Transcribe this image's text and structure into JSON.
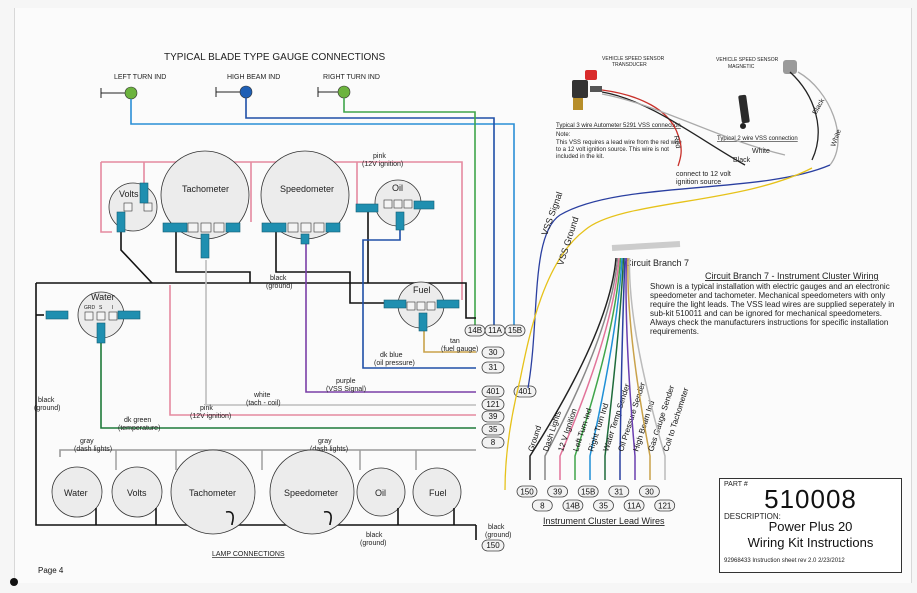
{
  "title": "TYPICAL BLADE TYPE GAUGE CONNECTIONS",
  "indicators": [
    {
      "label": "LEFT TURN IND",
      "color": "#6cb33e"
    },
    {
      "label": "HIGH BEAM IND",
      "color": "#1f5fb5"
    },
    {
      "label": "RIGHT TURN IND",
      "color": "#6cb33e"
    }
  ],
  "gauges": {
    "volts": "Volts",
    "tachometer": "Tachometer",
    "speedometer": "Speedometer",
    "oil": "Oil",
    "fuel": "Fuel",
    "water": "Water"
  },
  "terminal_labels": {
    "grd": "GRD",
    "s": "S",
    "i": "I"
  },
  "wire_labels": {
    "pink_top": "pink",
    "pink_top_sub": "(12V ignition)",
    "black_ground": "black",
    "black_ground_sub": "(ground)",
    "dk_blue": "dk blue",
    "dk_blue_sub": "(oil pressure)",
    "tan": "tan",
    "tan_sub": "(fuel gauge)",
    "purple": "purple",
    "purple_sub": "(VSS Signal)",
    "white": "white",
    "white_sub": "(tach - coil)",
    "pink_low": "pink",
    "pink_low_sub": "(12V ignition)",
    "dk_green": "dk green",
    "dk_green_sub": "(temperature)",
    "black_left": "black",
    "black_left_sub": "(ground)",
    "gray_left": "gray",
    "gray_left_sub": "(dash lights)",
    "gray_right": "gray",
    "gray_right_sub": "(dash lights)",
    "black_lamp": "black",
    "black_lamp_sub": "(ground)",
    "black_right": "black",
    "black_right_sub": "(ground)"
  },
  "circuit_pills": [
    "14B",
    "11A",
    "15B",
    "30",
    "31",
    "401",
    "121",
    "39",
    "35",
    "8",
    "150",
    "401"
  ],
  "lamp_connections": "LAMP CONNECTIONS",
  "lamp_gauges": [
    "Water",
    "Volts",
    "Tachometer",
    "Speedometer",
    "Oil",
    "Fuel"
  ],
  "vss": {
    "sensor3_label": "VEHICLE SPEED SENSOR",
    "sensor3_sub": "TRANSDUCER",
    "sensor3_caption": "Typical 3 wire Autometer 5291 VSS connection",
    "note_title": "Note:",
    "note_body": [
      "This VSS requires a lead wire from the red wire",
      "to a 12 volt ignition source. This wire is not",
      "included in the kit."
    ],
    "sensor2_label": "VEHICLE SPEED SENSOR",
    "sensor2_sub": "MAGNETIC",
    "sensor2_caption": "Typical 2 wire VSS connection",
    "red": "Red",
    "connect_12v": [
      "connect to 12 volt",
      "ignition source"
    ],
    "black": "Black",
    "white": "White",
    "black2": "Black",
    "white2": "White",
    "vss_signal": "VSS Signal",
    "vss_ground": "VSS Ground"
  },
  "circuit_branch": "Circuit Branch 7",
  "cluster_heading": "Circuit Branch 7 - Instrument Cluster Wiring",
  "cluster_desc": "Shown is a typical installation with electric gauges and an electronic speedometer and tachometer. Mechanical speedometers with only require the light leads. The VSS lead wires are supplied seperately in sub-kit 510011 and can be ignored for mechanical speedometers. Always check the manufacturers instructions for specific installation requirements.",
  "lead_wires": [
    {
      "label": "Ground",
      "color": "#222222"
    },
    {
      "label": "Dash Lights",
      "color": "#888888"
    },
    {
      "label": "12 V Ignition",
      "color": "#e2739a"
    },
    {
      "label": "Left Turn Ind",
      "color": "#3fa54a"
    },
    {
      "label": "Right Turn Ind",
      "color": "#1f8fd6"
    },
    {
      "label": "Water Temp Sender",
      "color": "#1e6b3a"
    },
    {
      "label": "Oil Pressure Sender",
      "color": "#2a3fa0"
    },
    {
      "label": "High Beam Ind",
      "color": "#6a3fb0"
    },
    {
      "label": "Gas Gauge Sender",
      "color": "#c9a24a"
    },
    {
      "label": "Coil to Tachometer",
      "color": "#bbbbbb"
    }
  ],
  "lead_pills": [
    "150",
    "8",
    "39",
    "14B",
    "15B",
    "35",
    "31",
    "11A",
    "30",
    "121"
  ],
  "lead_wires_caption": "Instrument Cluster Lead Wires",
  "part": {
    "prefix": "PART #",
    "number": "510008",
    "desc_label": "DESCRIPTION:",
    "desc_line1": "Power Plus 20",
    "desc_line2": "Wiring Kit Instructions",
    "footer": "92968433     Instruction sheet   rev 2.0     2/23/2012"
  },
  "page": "Page 4",
  "colors": {
    "pink": "#e58aa0",
    "lt_blue": "#2a8fd6",
    "green": "#3fa54a",
    "dk_blue": "#1f4fa8",
    "tan": "#c9a24a",
    "purple": "#7a3fa8",
    "gray": "#9a9a9a",
    "dk_green": "#1e7a3a",
    "black": "#111111",
    "red": "#c8302a",
    "yellow": "#e6c21a",
    "connector": "#1f8fb0"
  }
}
